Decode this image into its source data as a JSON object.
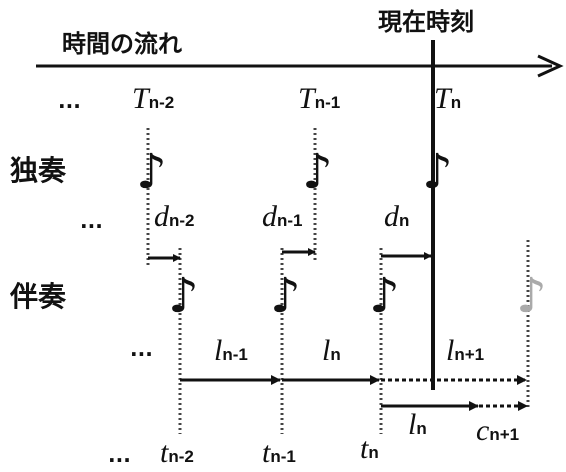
{
  "labels": {
    "time_flow": "時間の流れ",
    "current_time": "現在時刻",
    "solo": "独奏",
    "accompaniment": "伴奏",
    "ellipsis": "..."
  },
  "solo_times": [
    {
      "base": "T",
      "sub": "n-2"
    },
    {
      "base": "T",
      "sub": "n-1"
    },
    {
      "base": "T",
      "sub": "n"
    }
  ],
  "delays": [
    {
      "base": "d",
      "sub": "n-2"
    },
    {
      "base": "d",
      "sub": "n-1"
    },
    {
      "base": "d",
      "sub": "n"
    }
  ],
  "intervals": [
    {
      "base": "l",
      "sub": "n-1"
    },
    {
      "base": "l",
      "sub": "n"
    },
    {
      "base": "l",
      "sub": "n+1"
    }
  ],
  "predicted": [
    {
      "base": "l",
      "sub": "n"
    },
    {
      "base": "c",
      "sub": "n+1"
    }
  ],
  "accomp_times": [
    {
      "base": "t",
      "sub": "n-2"
    },
    {
      "base": "t",
      "sub": "n-1"
    },
    {
      "base": "t",
      "sub": "n"
    }
  ],
  "note_glyph": "♪",
  "colors": {
    "ink": "#111111",
    "future_note": "#aaaaaa"
  }
}
